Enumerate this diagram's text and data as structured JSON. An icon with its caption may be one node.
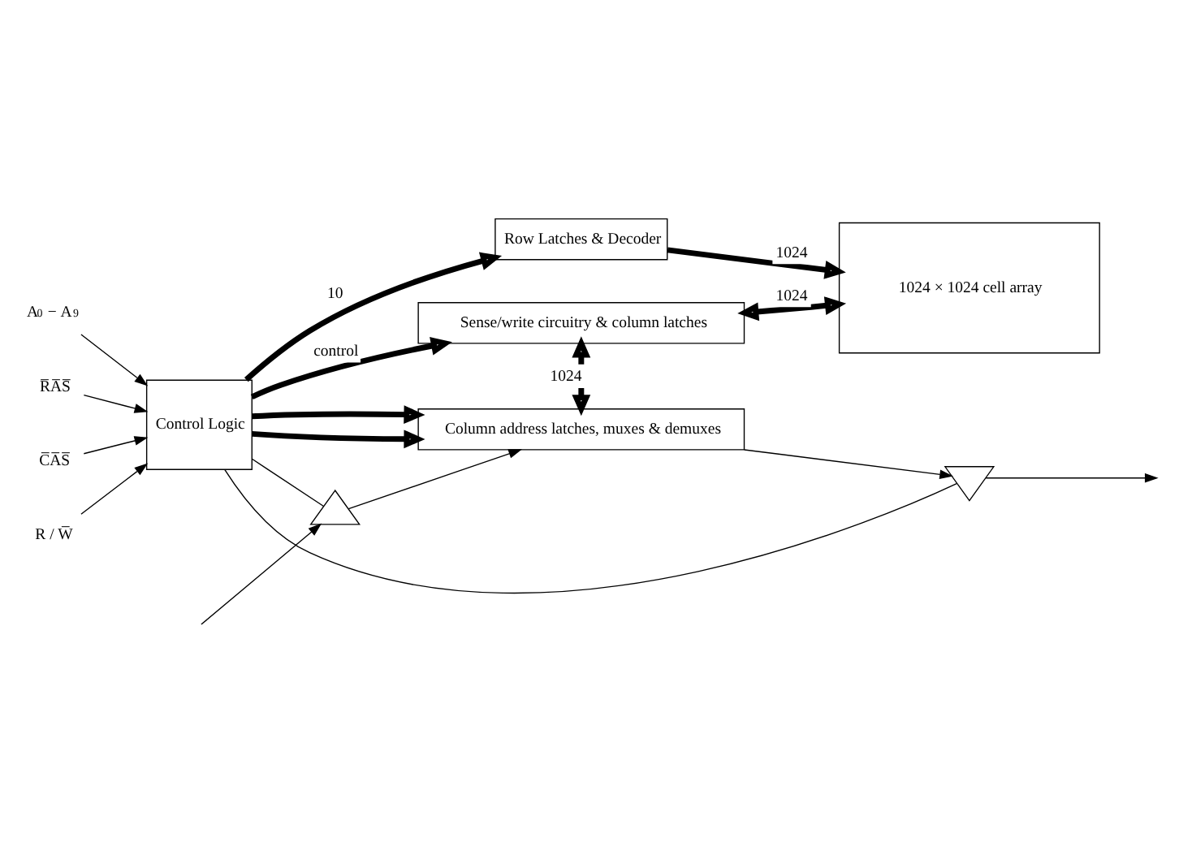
{
  "diagram": {
    "nodes": [
      {
        "text": [
          "Row Latches & Decoder"
        ]
      },
      {
        "text": [
          "1024 × 1024 cell array"
        ]
      },
      {
        "text": [
          "A$_{0}$ − A$_{9}$"
        ]
      },
      {
        "text": [
          "R̅A̅S̅"
        ]
      },
      {
        "text": [
          "C̅A̅S̅"
        ]
      },
      {
        "text": [
          "R / W̅"
        ]
      },
      {
        "text": [
          "Control Logic"
        ]
      },
      {
        "text": [
          "Sense/write circuitry & column latches"
        ]
      },
      {
        "text": [
          "Column address latches, muxes & demuxes"
        ]
      },
      {
        "text": [],
        "shape": "triangle"
      },
      {
        "text": [],
        "shape": "triangle"
      }
    ],
    "edges": [
      {
        "from": 0,
        "to": 1,
        "arrow": "to",
        "label": "1024",
        "style": "thick"
      },
      {
        "from": 6,
        "to": 0,
        "arrow": "to",
        "label": "10",
        "style": "thick"
      },
      {
        "from": 1,
        "to": 7,
        "arrow": "both",
        "label": "1024",
        "style": "thick"
      },
      {
        "from": 7,
        "to": 8,
        "arrow": "both",
        "label": "1024",
        "style": "thick"
      },
      {
        "from": 2,
        "to": 6,
        "arrow": "to"
      },
      {
        "from": 3,
        "to": 6,
        "arrow": "to"
      },
      {
        "from": 4,
        "to": 6,
        "arrow": "to"
      },
      {
        "from": 5,
        "to": 6,
        "arrow": "to"
      },
      {
        "from": 6,
        "to": 7,
        "arrow": "to",
        "label": "control",
        "style": "thick"
      },
      {
        "from": 6,
        "to": 8,
        "arrow": "to",
        "style": "thick"
      },
      {
        "from": 6,
        "to": 8,
        "arrow": "to",
        "style": "thick"
      },
      {
        "from": 6,
        "to": 9,
        "arrow": "none"
      },
      {
        "from": 6,
        "to": 10,
        "arrow": "none"
      },
      {
        "from": 8,
        "to": 9,
        "arrow": "to"
      },
      {
        "from": 10,
        "to": 8,
        "arrow": "to"
      },
      {
        "from": 9,
        "to": null,
        "arrow": "to"
      },
      {
        "from": null,
        "to": 10,
        "arrow": "to"
      }
    ]
  }
}
